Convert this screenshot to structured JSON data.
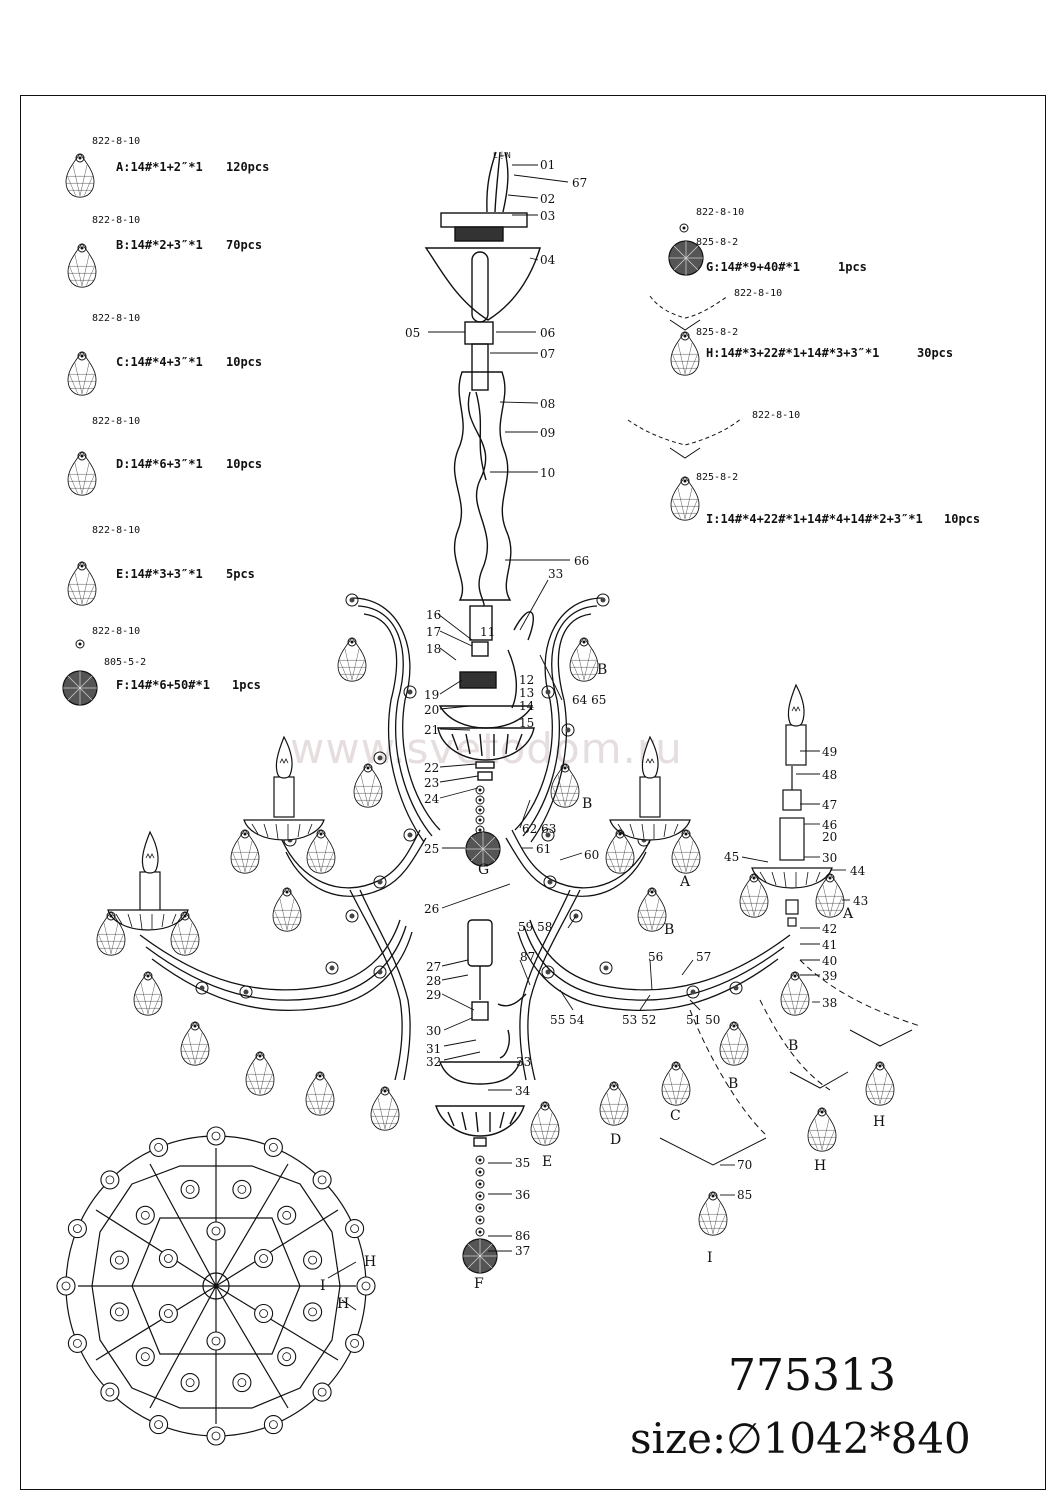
{
  "watermark": "www.svetodom.ru",
  "model": "775313",
  "size": "size:∅1042*840",
  "supply_label": "L⏚N",
  "pendant_types": [
    {
      "code": "822-8-10",
      "spec": "A:14#*1+2″*1",
      "qty": "120pcs"
    },
    {
      "code": "822-8-10",
      "spec": "B:14#*2+3″*1",
      "qty": "70pcs"
    },
    {
      "code": "822-8-10",
      "spec": "C:14#*4+3″*1",
      "qty": "10pcs"
    },
    {
      "code": "822-8-10",
      "spec": "D:14#*6+3″*1",
      "qty": "10pcs"
    },
    {
      "code": "822-8-10",
      "spec": "E:14#*3+3″*1",
      "qty": "5pcs"
    },
    {
      "code": "822-8-10",
      "sub_code": "805-5-2",
      "spec": "F:14#*6+50#*1",
      "qty": "1pcs"
    }
  ],
  "right_types": [
    {
      "code": "822-8-10",
      "sub_code": "825-8-2",
      "spec": "G:14#*9+40#*1",
      "qty": "1pcs"
    },
    {
      "code": "822-8-10",
      "sub_code": "825-8-2",
      "spec": "H:14#*3+22#*1+14#*3+3″*1",
      "qty": "30pcs"
    },
    {
      "code": "822-8-10",
      "sub_code": "825-8-2",
      "spec": "I:14#*4+22#*1+14#*4+14#*2+3″*1",
      "qty": "10pcs"
    }
  ],
  "part_numbers": {
    "p01": "01",
    "p67": "67",
    "p02": "02",
    "p03": "03",
    "p04": "04",
    "p05": "05",
    "p06": "06",
    "p07": "07",
    "p08": "08",
    "p09": "09",
    "p10": "10",
    "p66": "66",
    "p33a": "33",
    "p16": "16",
    "p17": "17",
    "p11": "11",
    "p18": "18",
    "p12": "12",
    "p19": "19",
    "p13": "13",
    "p20a": "20",
    "p14": "14",
    "p6465": "64 65",
    "p21": "21",
    "p15": "15",
    "p22": "22",
    "p23": "23",
    "p24": "24",
    "p25": "25",
    "p6263": "62 63",
    "p61": "61",
    "p60": "60",
    "p26": "26",
    "p5958": "59 58",
    "p27": "27",
    "p28": "28",
    "p87": "87",
    "p56": "56",
    "p57": "57",
    "p29": "29",
    "p5554": "55 54",
    "p5352": "53 52",
    "p5150": "51 50",
    "p30a": "30",
    "p31": "31",
    "p32": "32",
    "p33b": "33",
    "p34": "34",
    "p35": "35",
    "p36": "36",
    "p86": "86",
    "p37": "37",
    "p70": "70",
    "p85": "85",
    "p49": "49",
    "p48": "48",
    "p47": "47",
    "p46": "46",
    "p20b": "20",
    "p45": "45",
    "p30b": "30",
    "p44": "44",
    "p43": "43",
    "p42": "42",
    "p41": "41",
    "p40": "40",
    "p39": "39",
    "p38": "38"
  },
  "pendant_letters": {
    "G": "G",
    "Bt": "B",
    "Bm": "B",
    "A1": "A",
    "A2": "A",
    "Bl": "B",
    "Bb": "B",
    "Bc": "B",
    "C": "C",
    "D": "D",
    "E": "E",
    "F": "F",
    "H1": "H",
    "H2": "H",
    "I": "I",
    "tH1": "H",
    "tH2": "H",
    "tI": "I"
  }
}
